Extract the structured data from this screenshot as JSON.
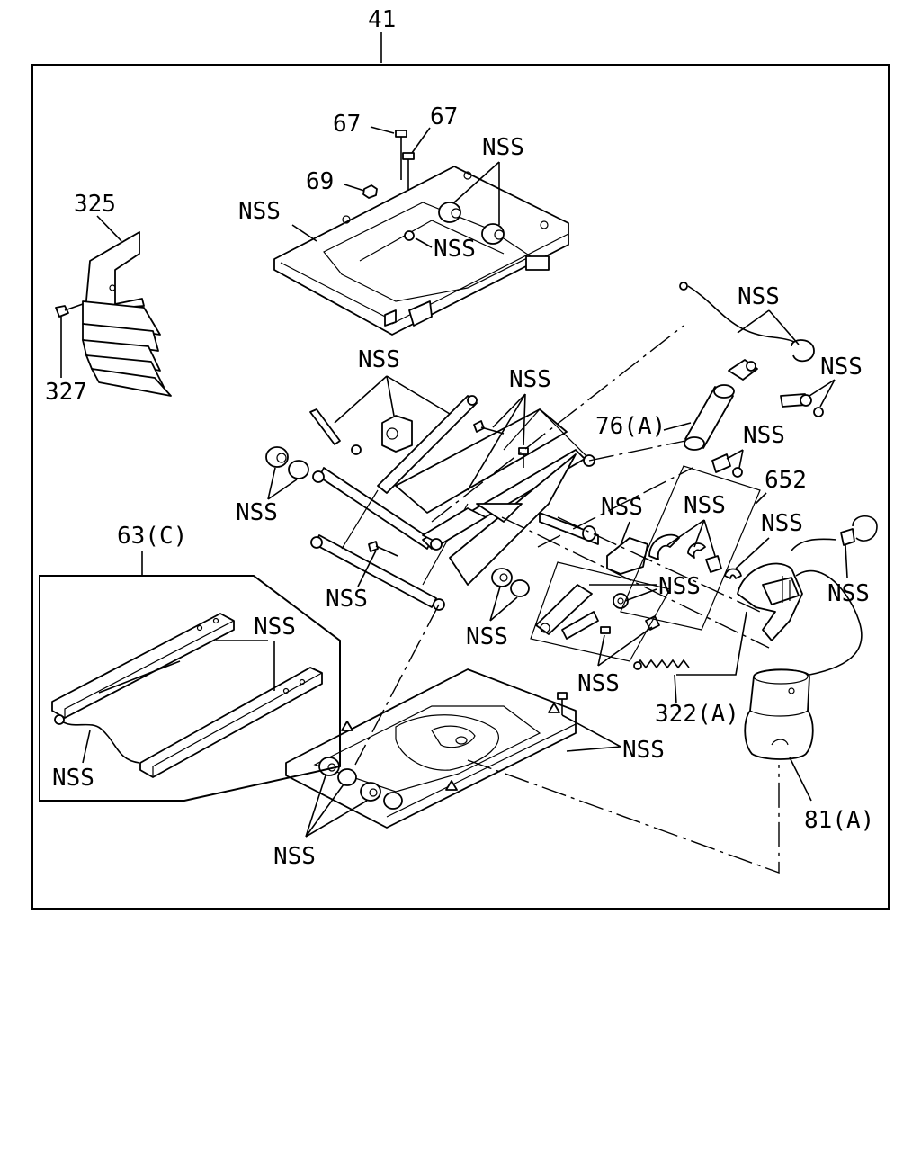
{
  "assembly_label": "41",
  "labels": {
    "p67a": "67",
    "p67b": "67",
    "p69": "69",
    "p325": "325",
    "p327": "327",
    "p76a": "76(A)",
    "p652": "652",
    "p63c": "63(C)",
    "p322a": "322(A)",
    "p81a": "81(A)",
    "nss": "NSS"
  }
}
